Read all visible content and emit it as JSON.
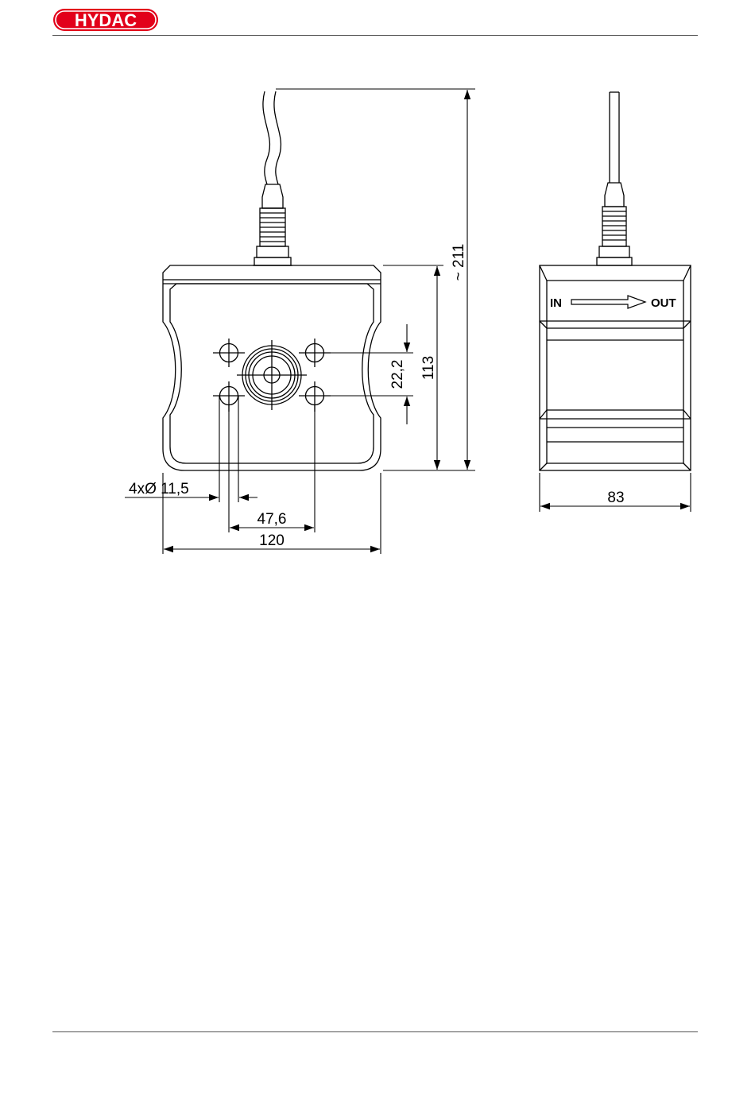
{
  "brand": {
    "name": "HYDAC",
    "color": "#e2001a"
  },
  "dimensions": {
    "overall_height": "~ 211",
    "body_height": "113",
    "hole_spacing_vertical": "22,2",
    "hole_spacing_horizontal": "47,6",
    "hole_diameter": "4xØ 11,5",
    "body_width": "120",
    "side_width": "83"
  },
  "side_view": {
    "inlet_label": "IN",
    "outlet_label": "OUT"
  }
}
